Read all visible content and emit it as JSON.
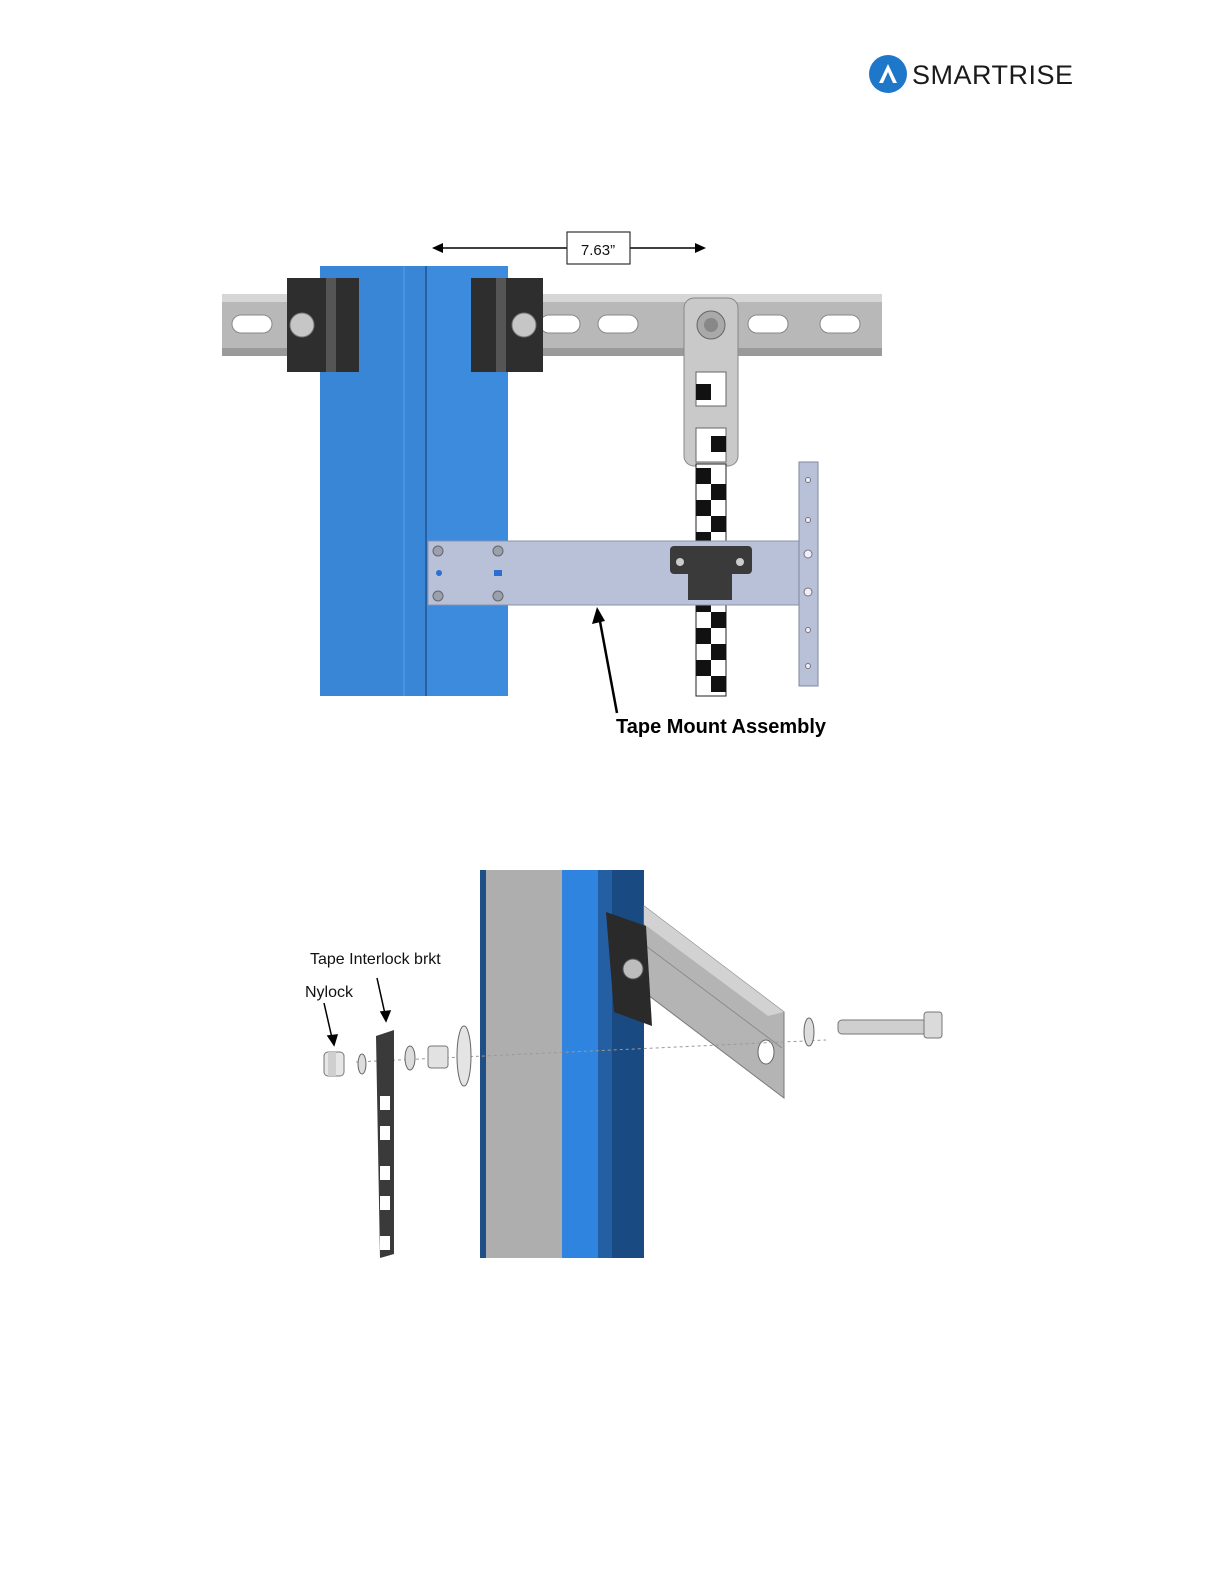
{
  "header": {
    "logo_text": "SMARTRISE",
    "logo_icon": "smartrise-logo-icon",
    "brand_color": "#1e77c8"
  },
  "figure_top": {
    "dimension_label": "7.63”",
    "callout_label": "Tape Mount Assembly",
    "rail_color": "#3d8bdc",
    "bracket_color": "#b9c1d9"
  },
  "figure_bottom": {
    "label_interlock": "Tape Interlock brkt",
    "label_nylock": "Nylock"
  }
}
